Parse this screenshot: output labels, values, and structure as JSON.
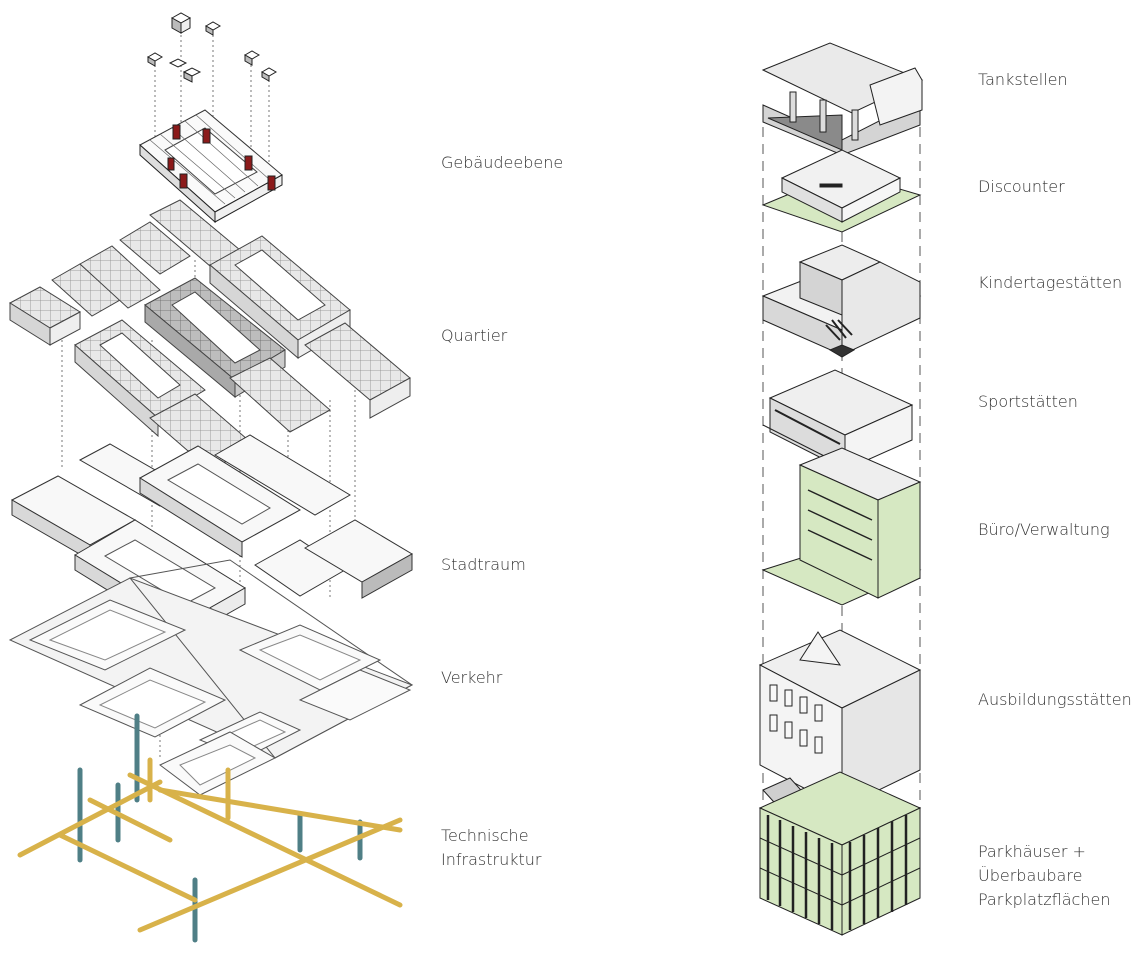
{
  "left_labels": {
    "gebaeudeebene": "Gebäudeebene",
    "quartier": "Quartier",
    "stadtraum": "Stadtraum",
    "verkehr": "Verkehr",
    "infra_line1": "Technische",
    "infra_line2": "Infrastruktur"
  },
  "right_labels": {
    "tankstellen": "Tankstellen",
    "discounter": "Discounter",
    "kita": "Kindertagestätten",
    "sport": "Sportstätten",
    "buero": "Büro/Verwaltung",
    "ausbildung": "Ausbildungsstätten",
    "park_line1": "Parkhäuser +",
    "park_line2": "Überbaubare",
    "park_line3": "Parkplatzflächen"
  },
  "colors": {
    "accent_green": "#d6e8c2",
    "accent_red": "#8b1a1a",
    "pipe_yellow": "#d8b24a",
    "pipe_teal": "#4f7f86"
  }
}
